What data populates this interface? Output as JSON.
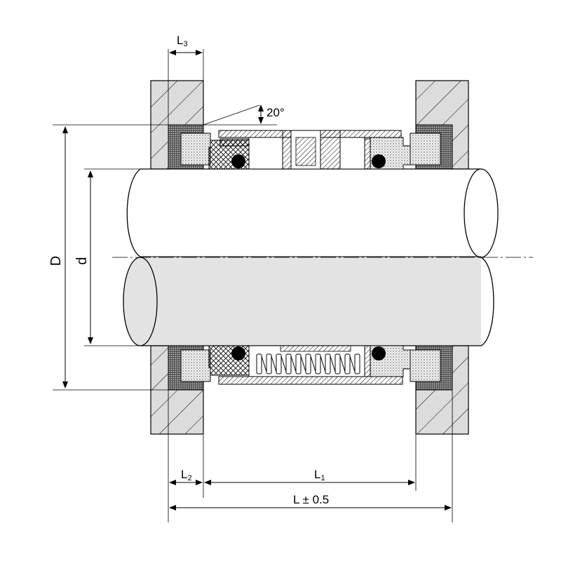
{
  "labels": {
    "L3": {
      "main": "L",
      "sub": "3"
    },
    "L2": {
      "main": "L",
      "sub": "2"
    },
    "L1": {
      "main": "L",
      "sub": "1"
    },
    "L_total": "L ± 0.5",
    "D": "D",
    "d": "d",
    "angle": "20°"
  },
  "colors": {
    "housing": "#dcdcdc",
    "shaft": "#e3e3e3",
    "shaft_top": "#ffffff",
    "ink": "#000000"
  }
}
